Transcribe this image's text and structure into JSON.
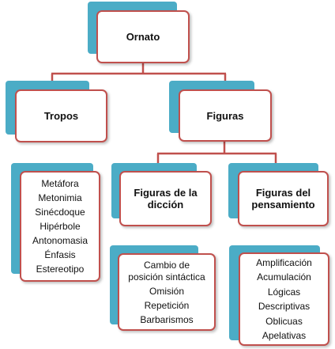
{
  "root": {
    "title": "Ornato"
  },
  "tropos": {
    "title": "Tropos",
    "items": [
      "Metáfora",
      "Metonimia",
      "Sinécdoque",
      "Hipérbole",
      "Antonomasia",
      "Énfasis",
      "Estereotipo"
    ]
  },
  "figuras": {
    "title": "Figuras"
  },
  "diccion": {
    "title_line1": "Figuras de la",
    "title_line2": "dicción",
    "items": [
      "Cambio de",
      "posición sintáctica",
      "Omisión",
      "Repetición",
      "Barbarismos"
    ]
  },
  "pensamiento": {
    "title_line1": "Figuras del",
    "title_line2": "pensamiento",
    "items": [
      "Amplificación",
      "Acumulación",
      "Lógicas",
      "Descriptivas",
      "Oblicuas",
      "Apelativas"
    ]
  },
  "colors": {
    "border": "#c0504d",
    "shadow": "#4bacc6",
    "connector": "#c0504d"
  }
}
